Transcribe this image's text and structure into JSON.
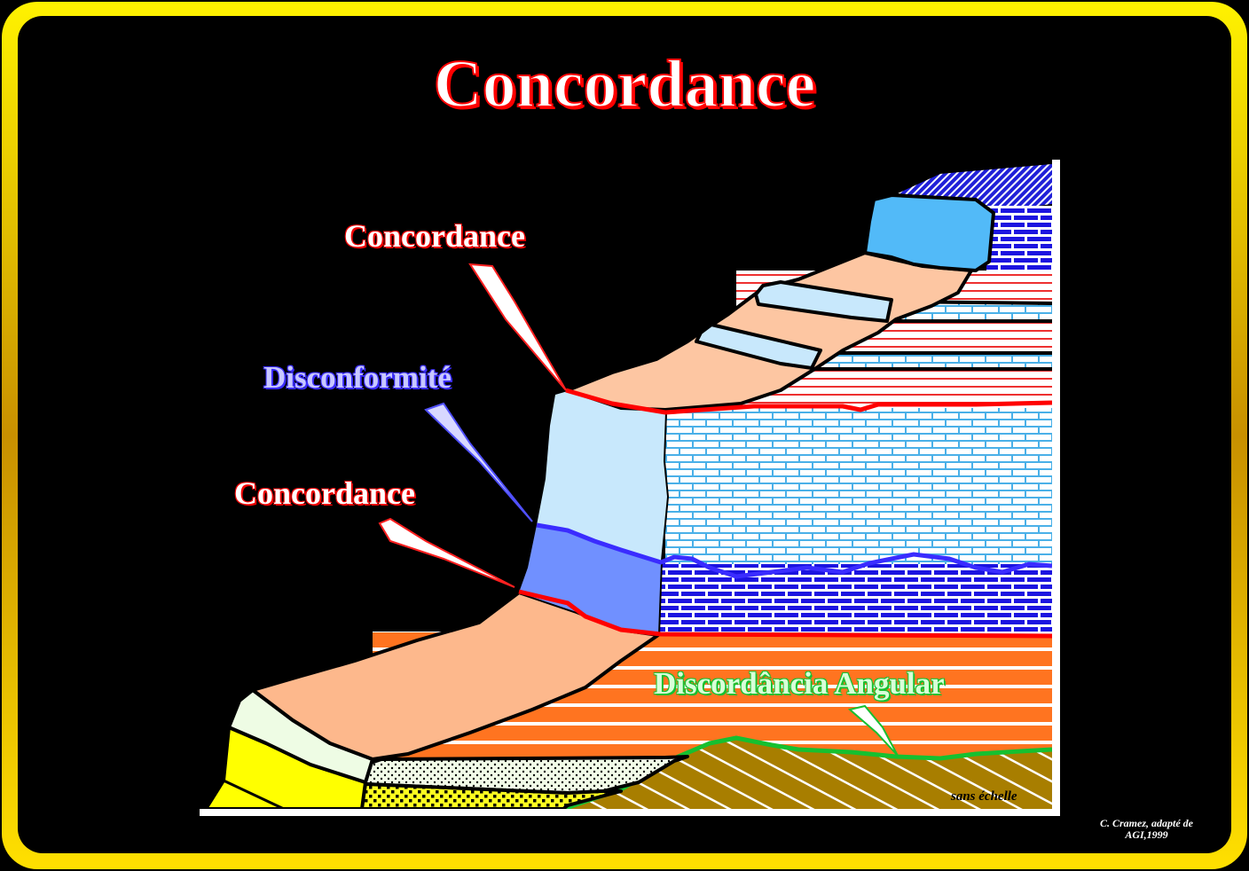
{
  "title": "Concordance",
  "labels": {
    "concordance_upper": "Concordance",
    "disconformite": "Disconformité",
    "concordance_lower": "Concordance",
    "discordancia": "Discordância Angular",
    "scale_note": "sans échelle"
  },
  "credit": {
    "line1": "C. Cramez, adapté de",
    "line2": "AGI,1999"
  },
  "colors": {
    "frame": "#f0d000",
    "concordance": "#ff0000",
    "disconformity": "#3a2cff",
    "angular": "#16c030"
  }
}
